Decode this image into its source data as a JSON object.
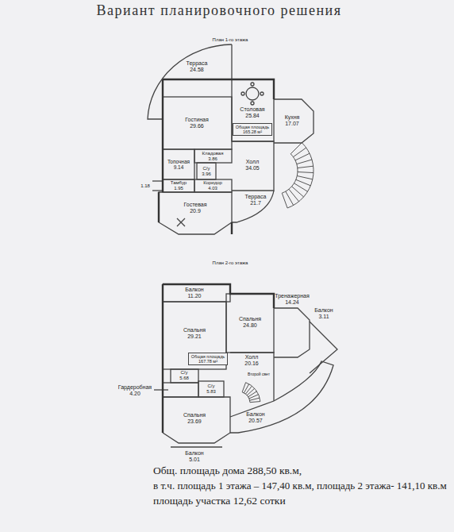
{
  "diagram": {
    "title": "Вариант планировочного решения",
    "nodes": [
      {
        "text": [
          "Терраса",
          "24.58"
        ]
      },
      {
        "text": [
          "Гостиная",
          "29.66"
        ]
      },
      {
        "text": [
          "Столовая",
          "25.84"
        ]
      },
      {
        "text": [
          "Кухня",
          "17.07"
        ]
      },
      {
        "text": [
          "Общая площадь",
          "165.28 м²"
        ]
      },
      {
        "text": [
          "Кладовая",
          "3.86"
        ]
      },
      {
        "text": [
          "Топочная",
          "9.14"
        ]
      },
      {
        "text": [
          "С/у",
          "3.96"
        ]
      },
      {
        "text": [
          "Холл",
          "34.05"
        ]
      },
      {
        "text": [
          "Тамбур",
          "1.95"
        ]
      },
      {
        "text": [
          "Коридор",
          "4.03"
        ]
      },
      {
        "text": [
          "Гостевая",
          "20.9"
        ]
      },
      {
        "text": [
          "Терраса",
          "21.7"
        ]
      },
      {
        "text": [
          "Балкон",
          "11.20"
        ]
      },
      {
        "text": [
          "Тренажерная",
          "14.24"
        ]
      },
      {
        "text": [
          "Балкон",
          "3.11"
        ]
      },
      {
        "text": [
          "Спальня",
          "29.21"
        ]
      },
      {
        "text": [
          "Спальня",
          "24.80"
        ]
      },
      {
        "text": [
          "Холл",
          "20.16"
        ]
      },
      {
        "text": [
          "Общая площадь",
          "167.78 м²"
        ]
      },
      {
        "text": [
          "С/у",
          "5.68"
        ]
      },
      {
        "text": [
          "С/у",
          "5.83"
        ]
      },
      {
        "text": [
          "Гардеробная",
          "4.20"
        ]
      },
      {
        "text": [
          "Спальня",
          "23.69"
        ]
      },
      {
        "text": [
          "Балкон",
          "20.57"
        ]
      },
      {
        "text": [
          "Балкон",
          "5.01"
        ]
      }
    ],
    "labels": [
      "План 1-го этажа",
      "1.18",
      "План 2-го этажа",
      "Второй свет",
      "Общ. площадь дома 288,50 кв.м,",
      "в т.ч. площадь 1 этажа – 147,40 кв.м, площадь 2 этажа- 141,10 кв.м",
      "площадь участка 12,62 сотки"
    ]
  }
}
